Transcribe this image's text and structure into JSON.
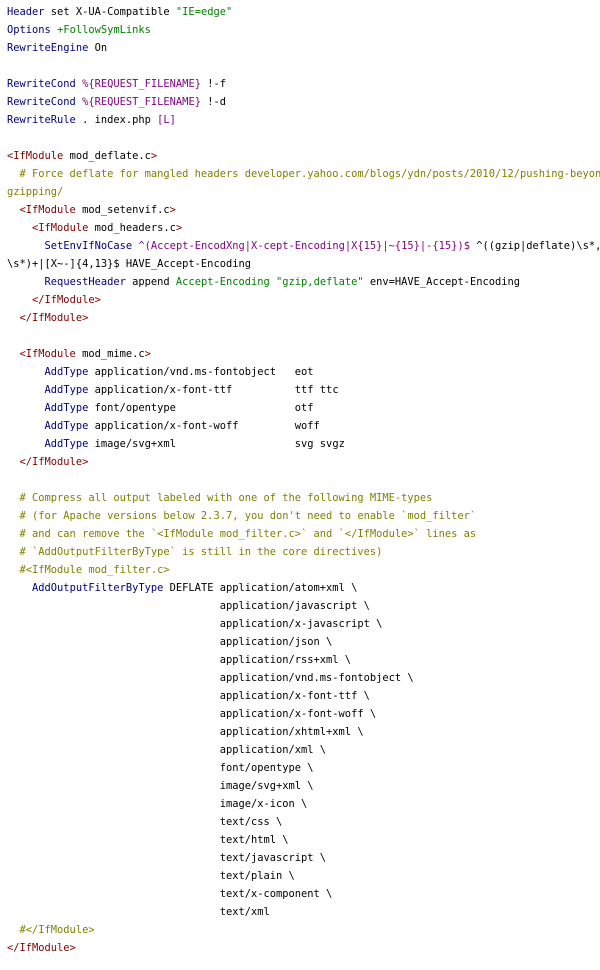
{
  "code": {
    "lines": [
      [
        [
          "kw",
          "Header"
        ],
        [
          "op",
          " set X-UA-Compatible "
        ],
        [
          "str",
          "\"IE=edge\""
        ]
      ],
      [
        [
          "kw",
          "Options"
        ],
        [
          "op",
          " "
        ],
        [
          "str",
          "+FollowSymLinks"
        ]
      ],
      [
        [
          "kw",
          "RewriteEngine"
        ],
        [
          "op",
          " On"
        ]
      ],
      [],
      [
        [
          "kw",
          "RewriteCond"
        ],
        [
          "op",
          " "
        ],
        [
          "var",
          "%{REQUEST_FILENAME}"
        ],
        [
          "op",
          " !-f"
        ]
      ],
      [
        [
          "kw",
          "RewriteCond"
        ],
        [
          "op",
          " "
        ],
        [
          "var",
          "%{REQUEST_FILENAME}"
        ],
        [
          "op",
          " !-d"
        ]
      ],
      [
        [
          "kw",
          "RewriteRule"
        ],
        [
          "op",
          " . index.php "
        ],
        [
          "fl",
          "[L]"
        ]
      ],
      [],
      [
        [
          "tag",
          "<IfModule"
        ],
        [
          "op",
          " mod_deflate.c"
        ],
        [
          "tag",
          ">"
        ]
      ],
      [
        [
          "op",
          "  "
        ],
        [
          "cm",
          "# Force deflate for mangled headers developer.yahoo.com/blogs/ydn/posts/2010/12/pushing-beyond-"
        ]
      ],
      [
        [
          "cm",
          "gzipping/"
        ]
      ],
      [
        [
          "op",
          "  "
        ],
        [
          "tag",
          "<IfModule"
        ],
        [
          "op",
          " mod_setenvif.c"
        ],
        [
          "tag",
          ">"
        ]
      ],
      [
        [
          "op",
          "    "
        ],
        [
          "tag",
          "<IfModule"
        ],
        [
          "op",
          " mod_headers.c"
        ],
        [
          "tag",
          ">"
        ]
      ],
      [
        [
          "op",
          "      "
        ],
        [
          "kw",
          "SetEnvIfNoCase"
        ],
        [
          "op",
          " "
        ],
        [
          "var",
          "^(Accept-EncodXng|X-cept-Encoding|X{15}|~{15}|-{15})$"
        ],
        [
          "op",
          " ^((gzip|deflate)\\s*,?"
        ]
      ],
      [
        [
          "op",
          "\\s*)+|[X~-]{4,13}$ HAVE_Accept-Encoding"
        ]
      ],
      [
        [
          "op",
          "      "
        ],
        [
          "kw",
          "RequestHeader"
        ],
        [
          "op",
          " append "
        ],
        [
          "str",
          "Accept-Encoding"
        ],
        [
          "op",
          " "
        ],
        [
          "str",
          "\"gzip,deflate\""
        ],
        [
          "op",
          " env=HAVE_Accept-Encoding"
        ]
      ],
      [
        [
          "op",
          "    "
        ],
        [
          "tag",
          "</IfModule>"
        ]
      ],
      [
        [
          "op",
          "  "
        ],
        [
          "tag",
          "</IfModule>"
        ]
      ],
      [],
      [
        [
          "op",
          "  "
        ],
        [
          "tag",
          "<IfModule"
        ],
        [
          "op",
          " mod_mime.c"
        ],
        [
          "tag",
          ">"
        ]
      ],
      [
        [
          "op",
          "      "
        ],
        [
          "kw",
          "AddType"
        ],
        [
          "op",
          " application/vnd.ms-fontobject   eot"
        ]
      ],
      [
        [
          "op",
          "      "
        ],
        [
          "kw",
          "AddType"
        ],
        [
          "op",
          " application/x-font-ttf          ttf ttc"
        ]
      ],
      [
        [
          "op",
          "      "
        ],
        [
          "kw",
          "AddType"
        ],
        [
          "op",
          " font/opentype                   otf"
        ]
      ],
      [
        [
          "op",
          "      "
        ],
        [
          "kw",
          "AddType"
        ],
        [
          "op",
          " application/x-font-woff         woff"
        ]
      ],
      [
        [
          "op",
          "      "
        ],
        [
          "kw",
          "AddType"
        ],
        [
          "op",
          " image/svg+xml                   svg svgz"
        ]
      ],
      [
        [
          "op",
          "  "
        ],
        [
          "tag",
          "</IfModule>"
        ]
      ],
      [],
      [
        [
          "op",
          "  "
        ],
        [
          "cm",
          "# Compress all output labeled with one of the following MIME-types"
        ]
      ],
      [
        [
          "op",
          "  "
        ],
        [
          "cm",
          "# (for Apache versions below 2.3.7, you don't need to enable `mod_filter`"
        ]
      ],
      [
        [
          "op",
          "  "
        ],
        [
          "cm",
          "# and can remove the `<IfModule mod_filter.c>` and `</IfModule>` lines as"
        ]
      ],
      [
        [
          "op",
          "  "
        ],
        [
          "cm",
          "# `AddOutputFilterByType` is still in the core directives)"
        ]
      ],
      [
        [
          "op",
          "  "
        ],
        [
          "cm",
          "#<IfModule mod_filter.c>"
        ]
      ],
      [
        [
          "op",
          "    "
        ],
        [
          "kw",
          "AddOutputFilterByType"
        ],
        [
          "op",
          " DEFLATE application/atom+xml \\"
        ]
      ],
      [
        [
          "op",
          "                                  application/javascript \\"
        ]
      ],
      [
        [
          "op",
          "                                  application/x-javascript \\"
        ]
      ],
      [
        [
          "op",
          "                                  application/json \\"
        ]
      ],
      [
        [
          "op",
          "                                  application/rss+xml \\"
        ]
      ],
      [
        [
          "op",
          "                                  application/vnd.ms-fontobject \\"
        ]
      ],
      [
        [
          "op",
          "                                  application/x-font-ttf \\"
        ]
      ],
      [
        [
          "op",
          "                                  application/x-font-woff \\"
        ]
      ],
      [
        [
          "op",
          "                                  application/xhtml+xml \\"
        ]
      ],
      [
        [
          "op",
          "                                  application/xml \\"
        ]
      ],
      [
        [
          "op",
          "                                  font/opentype \\"
        ]
      ],
      [
        [
          "op",
          "                                  image/svg+xml \\"
        ]
      ],
      [
        [
          "op",
          "                                  image/x-icon \\"
        ]
      ],
      [
        [
          "op",
          "                                  text/css \\"
        ]
      ],
      [
        [
          "op",
          "                                  text/html \\"
        ]
      ],
      [
        [
          "op",
          "                                  text/javascript \\"
        ]
      ],
      [
        [
          "op",
          "                                  text/plain \\"
        ]
      ],
      [
        [
          "op",
          "                                  text/x-component \\"
        ]
      ],
      [
        [
          "op",
          "                                  text/xml"
        ]
      ],
      [
        [
          "op",
          "  "
        ],
        [
          "cm",
          "#</IfModule>"
        ]
      ],
      [
        [
          "tag",
          "</IfModule>"
        ]
      ]
    ]
  }
}
